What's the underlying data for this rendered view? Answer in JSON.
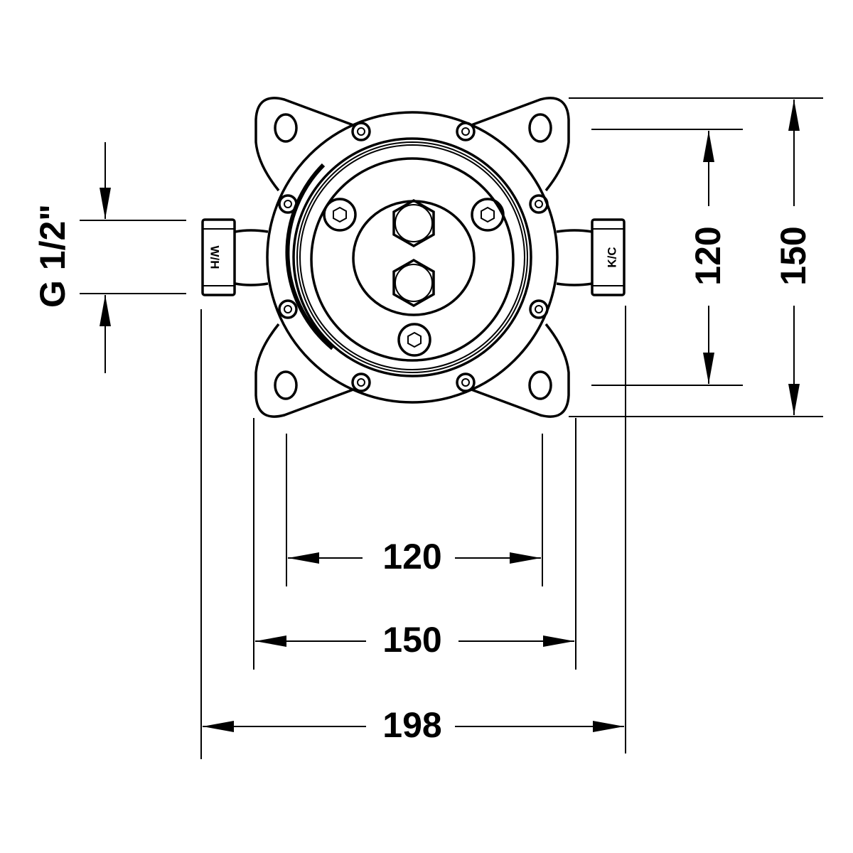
{
  "drawing": {
    "inlet_left_label": "W/H",
    "inlet_right_label": "K/C",
    "thread_label": "G 1/2\""
  },
  "dimensions": {
    "vertical_inner": "120",
    "vertical_outer": "150",
    "horizontal_inner": "120",
    "horizontal_middle": "150",
    "horizontal_overall": "198"
  }
}
